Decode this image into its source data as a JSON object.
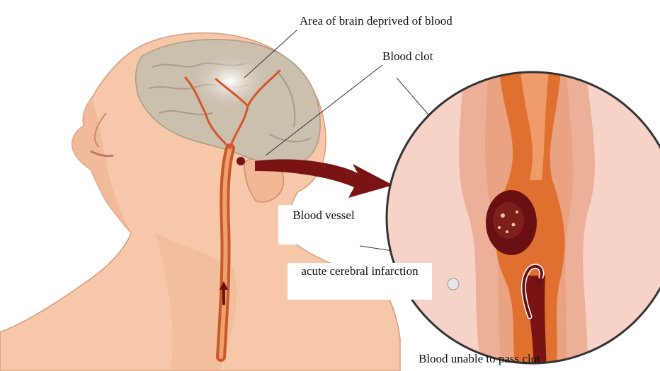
{
  "labels": {
    "area_deprived": "Area of brain deprived of blood",
    "blood_clot": "Blood clot",
    "blood_vessel": "Blood vessel",
    "acute_infarction": "acute cerebral infarction",
    "unable_to_pass": "Blood unable to pass clot"
  },
  "colors": {
    "skin": "#f6c7a8",
    "skin_shadow": "#e9a98a",
    "brain": "#cbbfae",
    "artery": "#e0702f",
    "clot": "#6a0f12",
    "arrow": "#7a1414",
    "circle_bg": "#f6d3c6"
  },
  "icons": {
    "arrow": "arrow-right-icon",
    "flow": "flow-arrow-icon"
  }
}
